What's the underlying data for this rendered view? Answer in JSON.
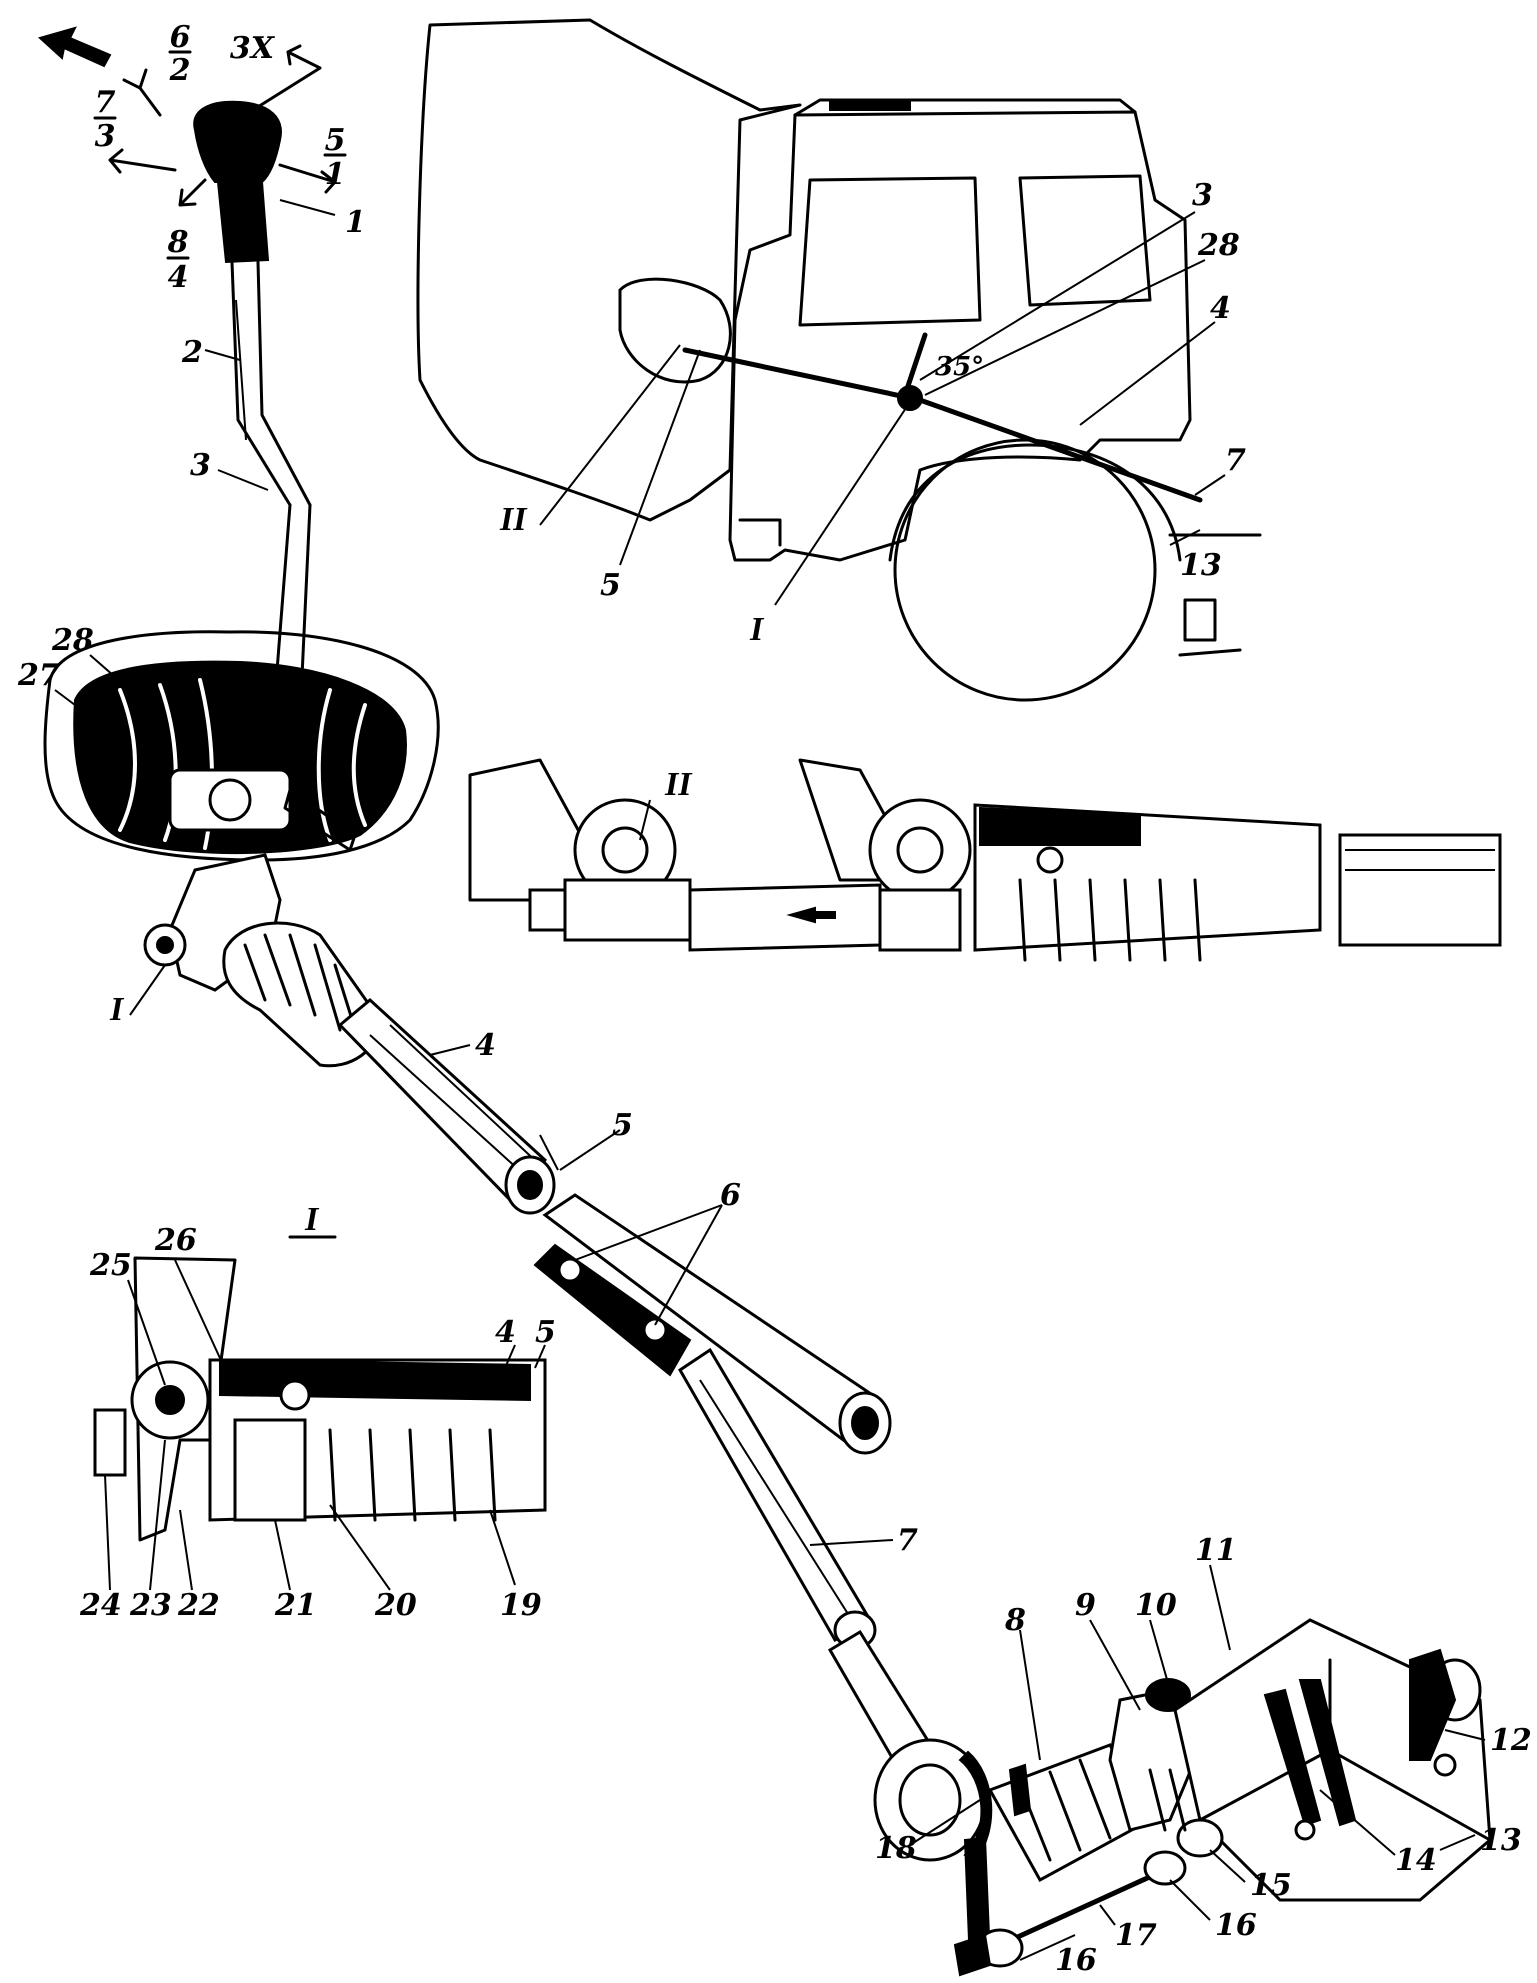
{
  "gear_positions": {
    "pos_6_2": {
      "top": "6",
      "bottom": "2"
    },
    "pos_3x": "3X",
    "pos_7_3": {
      "top": "7",
      "bottom": "3"
    },
    "pos_5_1": {
      "top": "5",
      "bottom": "1"
    },
    "pos_8_4": {
      "top": "8",
      "bottom": "4"
    }
  },
  "views": {
    "view_I": "I",
    "view_II": "II"
  },
  "cab_angle": "35°",
  "part_labels": {
    "p1": "1",
    "p2": "2",
    "p3": "3",
    "p4": "4",
    "p5": "5",
    "p6": "6",
    "p7": "7",
    "p8": "8",
    "p9": "9",
    "p10": "10",
    "p11": "11",
    "p12": "12",
    "p13": "13",
    "p14": "14",
    "p15": "15",
    "p16": "16",
    "p17": "17",
    "p18": "18",
    "p19": "19",
    "p20": "20",
    "p21": "21",
    "p22": "22",
    "p23": "23",
    "p24": "24",
    "p25": "25",
    "p26": "26",
    "p27": "27",
    "p28": "28"
  }
}
